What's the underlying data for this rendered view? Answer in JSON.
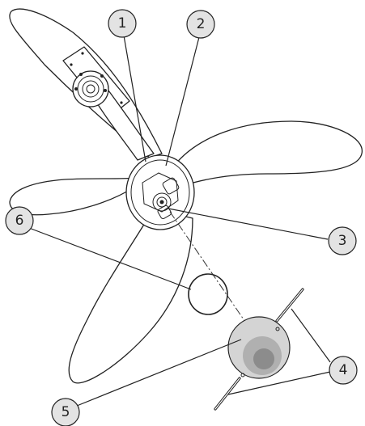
{
  "callouts": [
    {
      "id": "1",
      "label": "1"
    },
    {
      "id": "2",
      "label": "2"
    },
    {
      "id": "3",
      "label": "3"
    },
    {
      "id": "4",
      "label": "4"
    },
    {
      "id": "5",
      "label": "5"
    },
    {
      "id": "6",
      "label": "6"
    }
  ],
  "colors": {
    "callout_fill": "#e3e3e3",
    "outline": "#222222",
    "cap_light": "#d4d4d4",
    "cap_mid": "#b0b0b0",
    "cap_dark": "#8c8c8c"
  }
}
